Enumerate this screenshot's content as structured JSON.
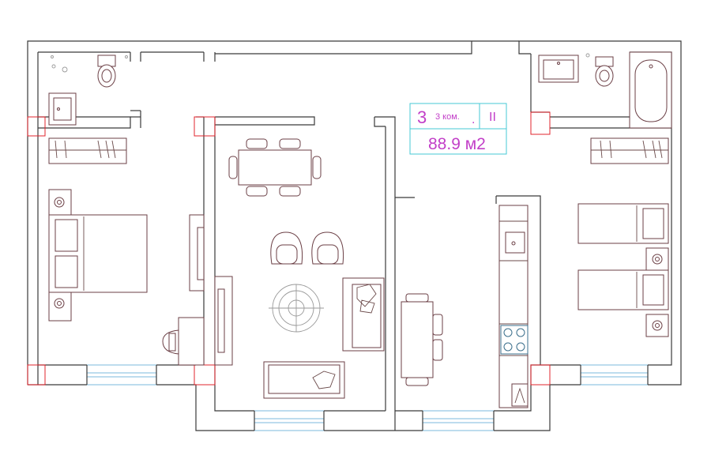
{
  "info_panel": {
    "rooms_number": "3",
    "rooms_label": "3 ком.",
    "dot": ".",
    "series_mark": "II",
    "area": "88.9 м2"
  },
  "colors": {
    "wall": "#3a3a3a",
    "furniture": "#6b3f45",
    "window": "#7bb8dc",
    "accent_text": "#c23fc8",
    "info_border": "#46c8d6",
    "column_marker": "#e0242c"
  }
}
